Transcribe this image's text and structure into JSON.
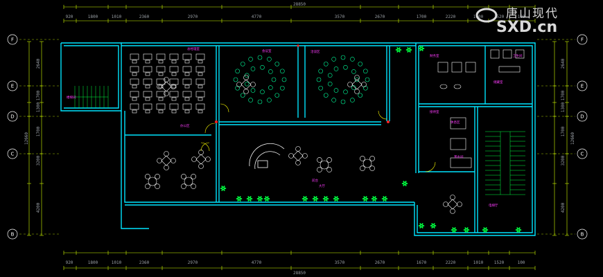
{
  "drawing": {
    "title": "",
    "top_dimensions": [
      "920",
      "1800",
      "1010",
      "2360",
      "2970",
      "4770",
      "3570",
      "2670",
      "1700",
      "2220",
      "1000",
      "1520",
      "100"
    ],
    "top_total": "28850",
    "bottom_dimensions": [
      "920",
      "1800",
      "1010",
      "2360",
      "2970",
      "4770",
      "3570",
      "2670",
      "1670",
      "2220",
      "1010",
      "1520",
      "100"
    ],
    "bottom_total": "28850",
    "left_dimensions": [
      "2640",
      "1700",
      "1300",
      "1700",
      "3200",
      "4200"
    ],
    "left_total": "12660",
    "right_dimensions": [
      "2640",
      "1700",
      "1300",
      "1700",
      "3200",
      "4200"
    ],
    "right_total": "12660",
    "grid_axes": [
      "F",
      "E",
      "D",
      "C",
      "B"
    ],
    "room_labels": [
      "总经理室",
      "办公区",
      "会议室",
      "洽谈区",
      "前台",
      "大厅",
      "财务室",
      "接待室",
      "休息区",
      "茶水间",
      "卫生间",
      "储藏室",
      "电梯厅",
      "楼梯间"
    ]
  },
  "watermark": {
    "brand_cn": "唐山现代",
    "brand_en": "SXD.cn"
  },
  "colors": {
    "background": "#000000",
    "wall": "#00e5ff",
    "furniture": "#ffffff",
    "plants": "#00ff40",
    "labels": "#ff3cff",
    "dimension_lines": "#d4ff00",
    "axis_bubbles": "#ffffff"
  }
}
